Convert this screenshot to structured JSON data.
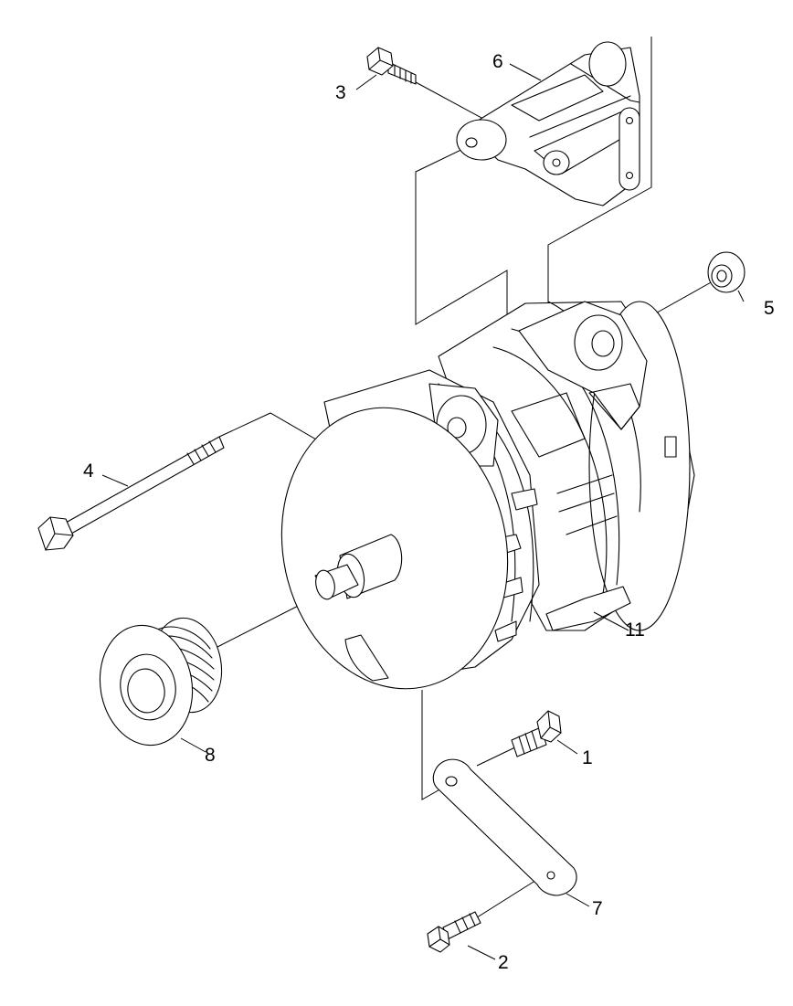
{
  "diagram": {
    "callouts": [
      {
        "id": "c1",
        "label": "1"
      },
      {
        "id": "c2",
        "label": "2"
      },
      {
        "id": "c3",
        "label": "3"
      },
      {
        "id": "c4",
        "label": "4"
      },
      {
        "id": "c5",
        "label": "5"
      },
      {
        "id": "c6",
        "label": "6"
      },
      {
        "id": "c7",
        "label": "7"
      },
      {
        "id": "c8",
        "label": "8"
      },
      {
        "id": "c11",
        "label": "11"
      }
    ],
    "line_color": "#000000",
    "background": "#ffffff"
  }
}
